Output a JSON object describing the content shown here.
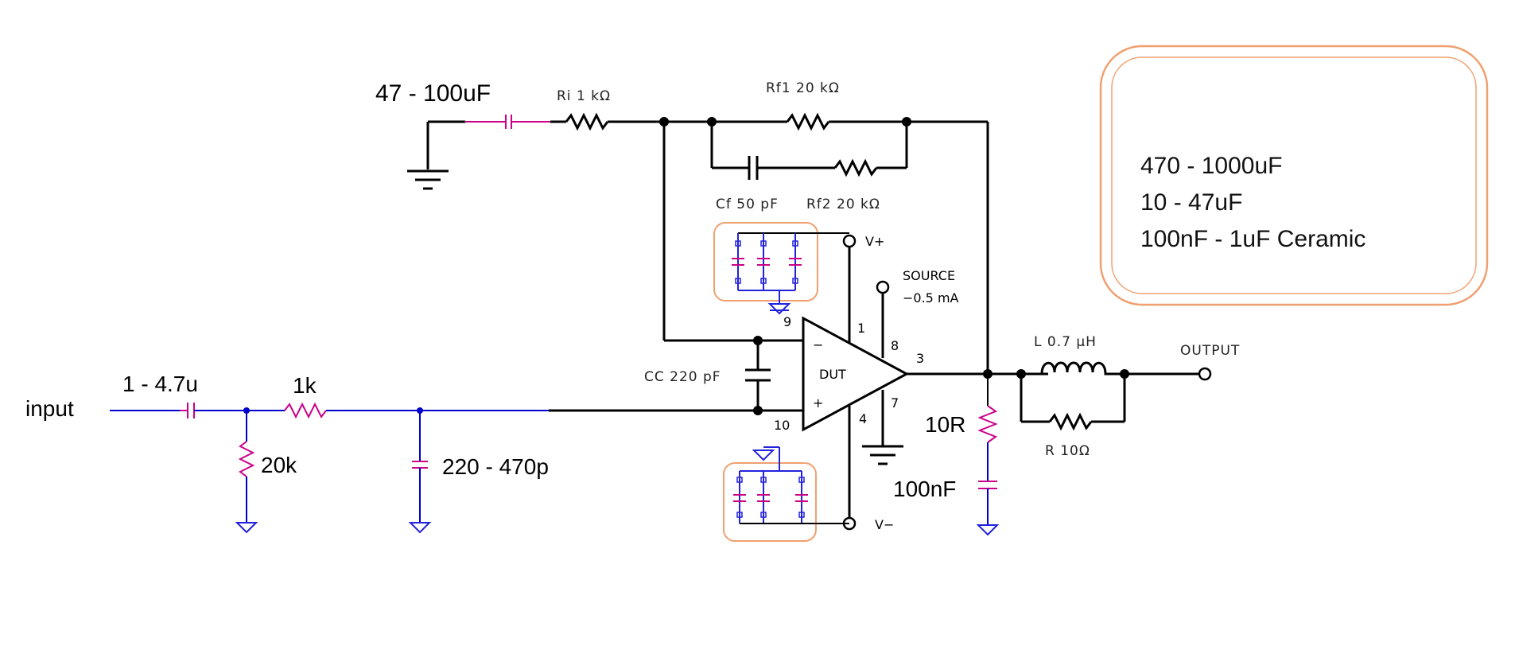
{
  "labels": {
    "input": "input",
    "c_in": "1 - 4.7u",
    "r_in": "1k",
    "r_bias": "20k",
    "c_filter": "220 - 470p",
    "c_ground": "47 -  100uF",
    "ri": "Ri 1 kΩ",
    "rf1": "Rf1 20 kΩ",
    "cf": "Cf 50 pF",
    "rf2": "Rf2 20 kΩ",
    "cc": "CC 220 pF",
    "dut": "DUT",
    "minus": "−",
    "plus": "+",
    "vplus": "V+",
    "vminus": "V−",
    "source_line1": "SOURCE",
    "source_line2": "−0.5 mA",
    "pin1": "1",
    "pin3": "3",
    "pin4": "4",
    "pin7": "7",
    "pin8": "8",
    "pin9": "9",
    "pin10": "10",
    "r_zobel": "10R",
    "c_zobel": "100nF",
    "inductor": "L 0.7 μH",
    "r_parallel": "R 10Ω",
    "output": "OUTPUT"
  },
  "notes": {
    "line1": "470 - 1000uF",
    "line2": "10 - 47uF",
    "line3": "100nF  -  1uF Ceramic"
  },
  "colors": {
    "wire": "#000000",
    "added_wire": "#0000cc",
    "capacitor_added": "#cc0088",
    "highlight": "#f0a070"
  }
}
